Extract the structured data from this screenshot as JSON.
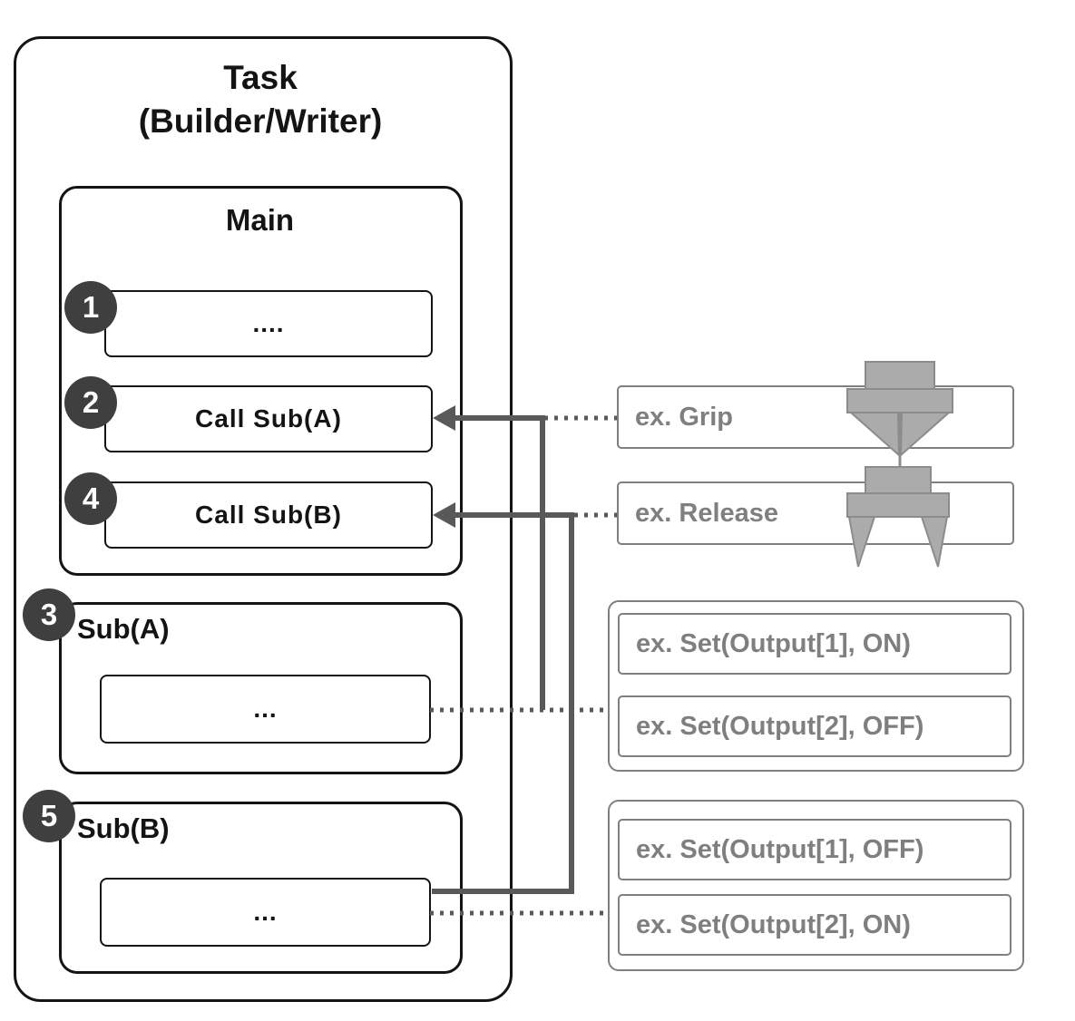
{
  "diagram": {
    "task": {
      "title_line1": "Task",
      "title_line2": "(Builder/Writer)",
      "main": {
        "title": "Main",
        "steps": [
          {
            "badge": "1",
            "label": "...."
          },
          {
            "badge": "2",
            "label": "Call Sub(A)"
          },
          {
            "badge": "4",
            "label": "Call Sub(B)"
          }
        ]
      },
      "sub_a": {
        "badge": "3",
        "title": "Sub(A)",
        "body": "..."
      },
      "sub_b": {
        "badge": "5",
        "title": "Sub(B)",
        "body": "..."
      }
    },
    "examples": {
      "grip": "ex. Grip",
      "release": "ex. Release",
      "sub_a_outputs": [
        "ex. Set(Output[1], ON)",
        "ex. Set(Output[2], OFF)"
      ],
      "sub_b_outputs": [
        "ex. Set(Output[1], OFF)",
        "ex. Set(Output[2], ON)"
      ]
    },
    "icons": {
      "grip_icon": "gripper-closed-icon",
      "release_icon": "gripper-open-icon"
    },
    "colors": {
      "outline_black": "#141414",
      "badge_fill": "#3f3f3f",
      "gray_outline": "#7f7f7f",
      "gray_text": "#7f7f7f",
      "connector": "#595959",
      "gripper_fill": "#ababab"
    }
  }
}
